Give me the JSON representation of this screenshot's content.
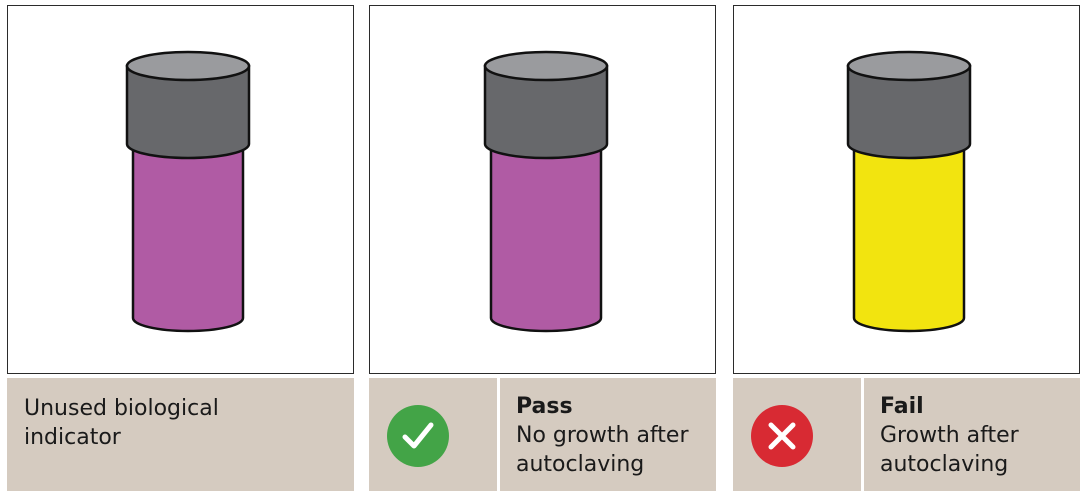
{
  "panels": [
    {
      "id": "unused",
      "liquid_color": "#b05ba4",
      "cap_color": "#67686b",
      "cap_top_color": "#9a9b9e",
      "caption": "Unused biological indicator"
    },
    {
      "id": "pass",
      "liquid_color": "#b05ba4",
      "cap_color": "#67686b",
      "cap_top_color": "#9a9b9e",
      "status_icon": "checkmark-icon",
      "status_color": "#43a447",
      "title": "Pass",
      "description_line1": "No growth after",
      "description_line2": "autoclaving"
    },
    {
      "id": "fail",
      "liquid_color": "#f2e40f",
      "cap_color": "#67686b",
      "cap_top_color": "#9a9b9e",
      "status_icon": "cross-icon",
      "status_color": "#d82a33",
      "title": "Fail",
      "description_line1": "Growth after",
      "description_line2": "autoclaving"
    }
  ],
  "caption_background": "#d5cbc0"
}
